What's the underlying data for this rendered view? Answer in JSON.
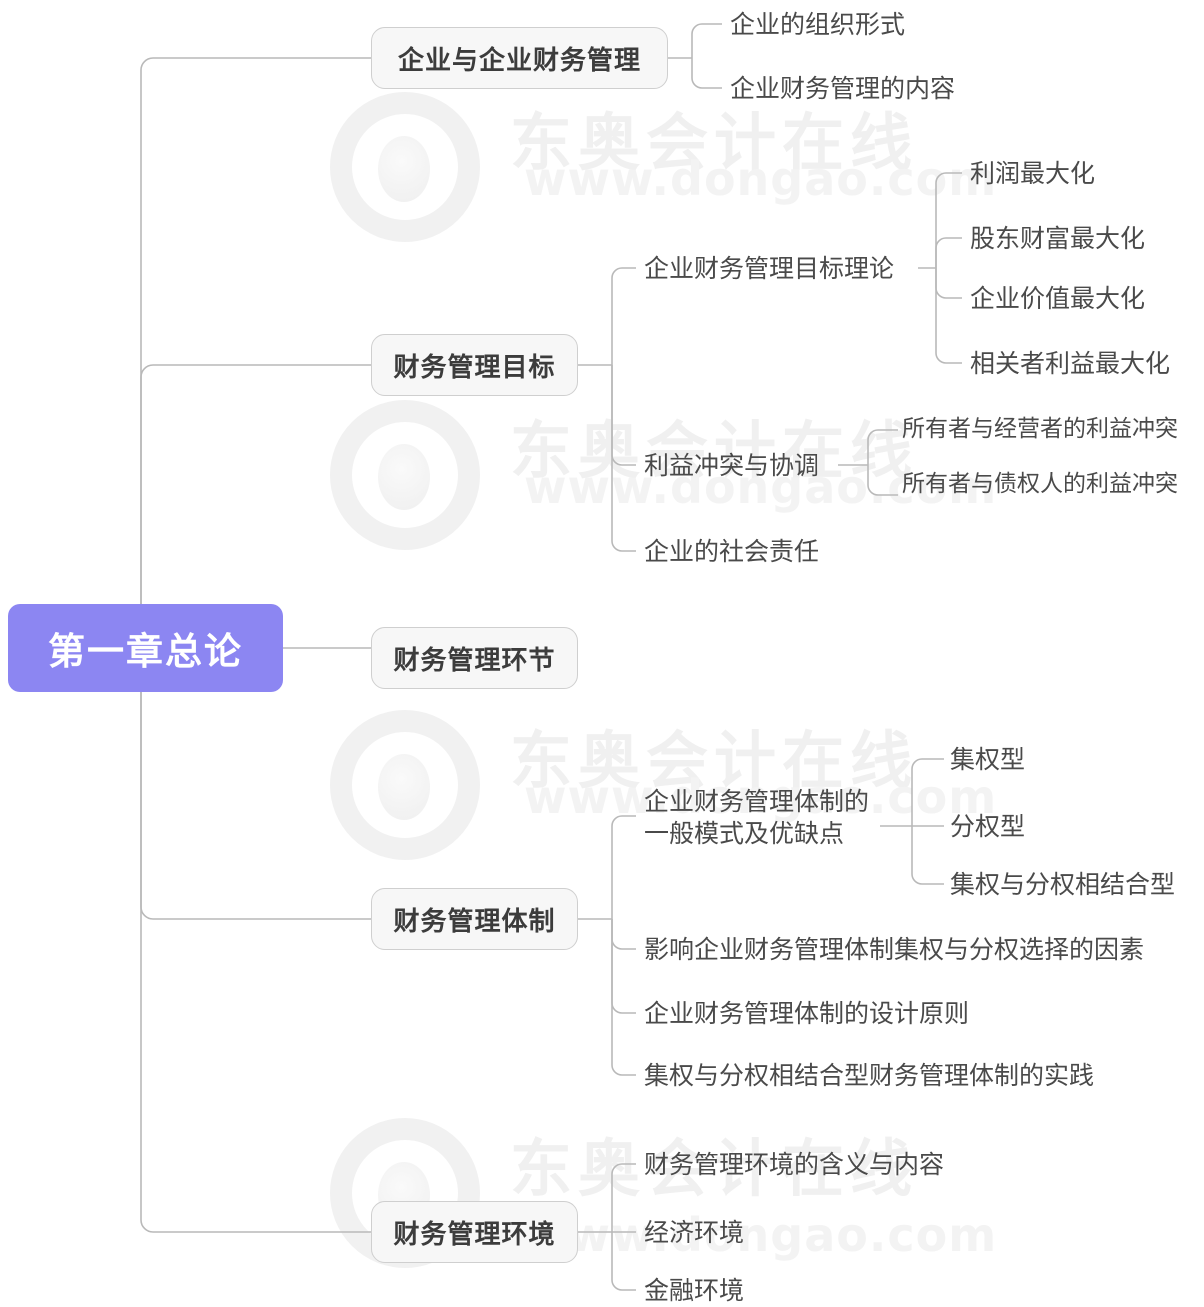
{
  "diagram": {
    "type": "mindmap",
    "title": "第一章总论",
    "watermark": {
      "brand_cn": "东奥会计在线",
      "url": "www.dongao.com",
      "logo": "dongao-circle-logo"
    },
    "colors": {
      "root_bg": "#8c86f2",
      "root_text": "#ffffff",
      "node_bg": "#f7f7f7",
      "node_border": "#cfcfcf",
      "node_text": "#3c3c3c",
      "leaf_text": "#4a4a4a",
      "connector": "#b9b9b9",
      "watermark": "#f1f1f1",
      "background": "#ffffff"
    },
    "root": {
      "label": "第一章总论"
    },
    "branches": [
      {
        "label": "企业与企业财务管理",
        "children": [
          {
            "label": "企业的组织形式"
          },
          {
            "label": "企业财务管理的内容"
          }
        ]
      },
      {
        "label": "财务管理目标",
        "children": [
          {
            "label": "企业财务管理目标理论",
            "children": [
              {
                "label": "利润最大化"
              },
              {
                "label": "股东财富最大化"
              },
              {
                "label": "企业价值最大化"
              },
              {
                "label": "相关者利益最大化"
              }
            ]
          },
          {
            "label": "利益冲突与协调",
            "children": [
              {
                "label": "所有者与经营者的利益冲突"
              },
              {
                "label": "所有者与债权人的利益冲突"
              }
            ]
          },
          {
            "label": "企业的社会责任"
          }
        ]
      },
      {
        "label": "财务管理环节",
        "children": []
      },
      {
        "label": "财务管理体制",
        "children": [
          {
            "label": "企业财务管理体制的一般模式及优缺点",
            "line1": "企业财务管理体制的",
            "line2": "一般模式及优缺点",
            "children": [
              {
                "label": "集权型"
              },
              {
                "label": "分权型"
              },
              {
                "label": "集权与分权相结合型"
              }
            ]
          },
          {
            "label": "影响企业财务管理体制集权与分权选择的因素"
          },
          {
            "label": "企业财务管理体制的设计原则"
          },
          {
            "label": "集权与分权相结合型财务管理体制的实践"
          }
        ]
      },
      {
        "label": "财务管理环境",
        "children": [
          {
            "label": "财务管理环境的含义与内容"
          },
          {
            "label": "经济环境"
          },
          {
            "label": "金融环境"
          }
        ]
      }
    ]
  }
}
